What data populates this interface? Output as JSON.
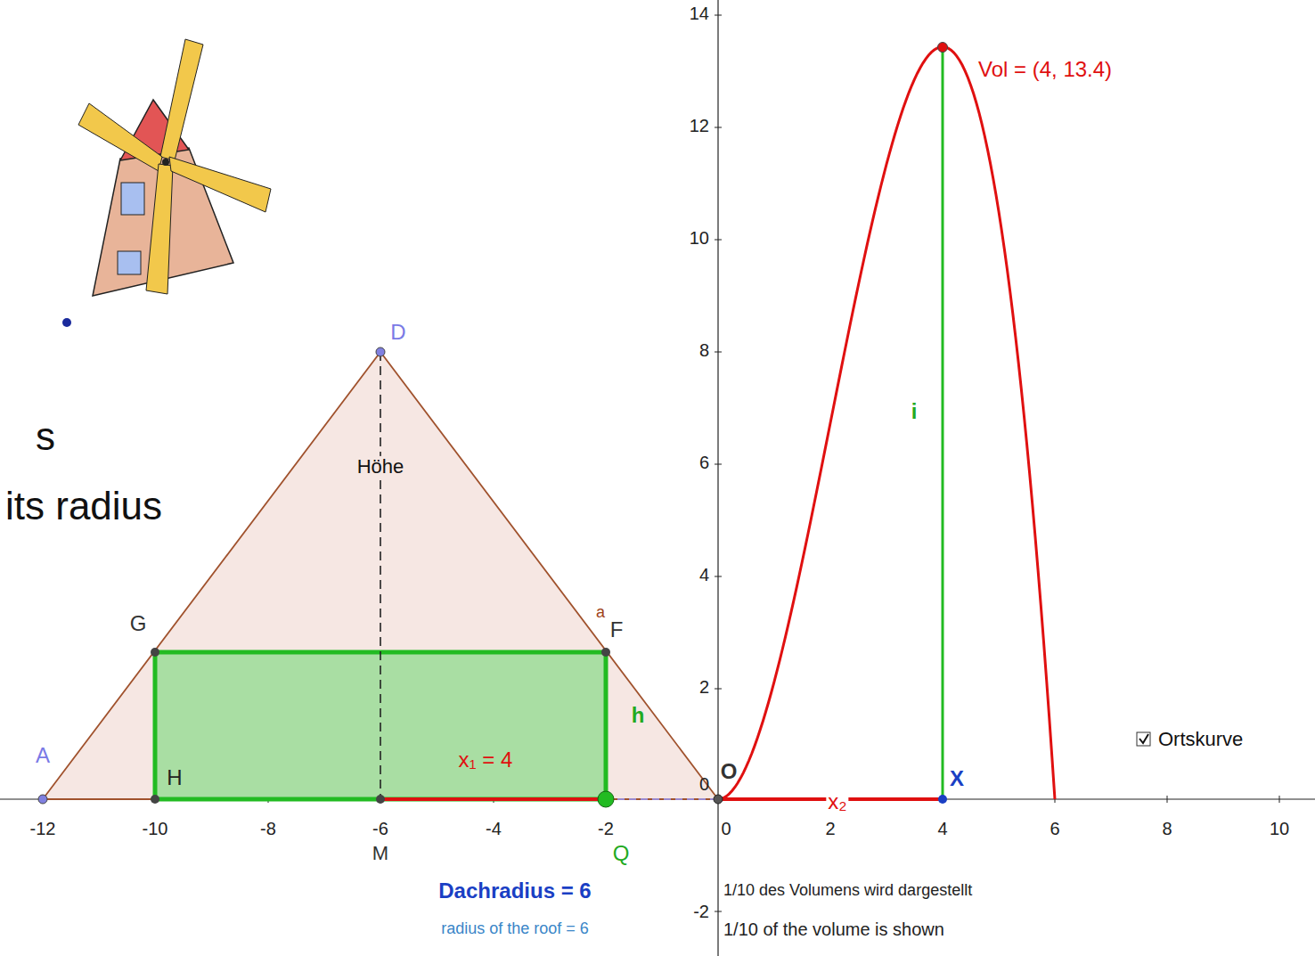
{
  "diagram": {
    "labels": [
      "s",
      "its radius",
      "D",
      "Höhe",
      "G",
      "a",
      "F",
      "h",
      "A",
      "H",
      "x₁ = 4",
      "M",
      "Q",
      "Dachradius = 6",
      "radius of the roof = 6",
      "-12",
      "-10",
      "-8",
      "-6",
      "-4",
      "-2",
      "0",
      "2",
      "4",
      "6",
      "8",
      "10",
      "14",
      "12",
      "10",
      "8",
      "6",
      "4",
      "2",
      "0",
      "-2",
      "O",
      "X",
      "x₂",
      "i",
      "Vol = (4, 13.4)",
      "Ortskurve",
      "1/10 des Volumens wird dargestellt",
      "1/10 of the volume is shown"
    ]
  }
}
